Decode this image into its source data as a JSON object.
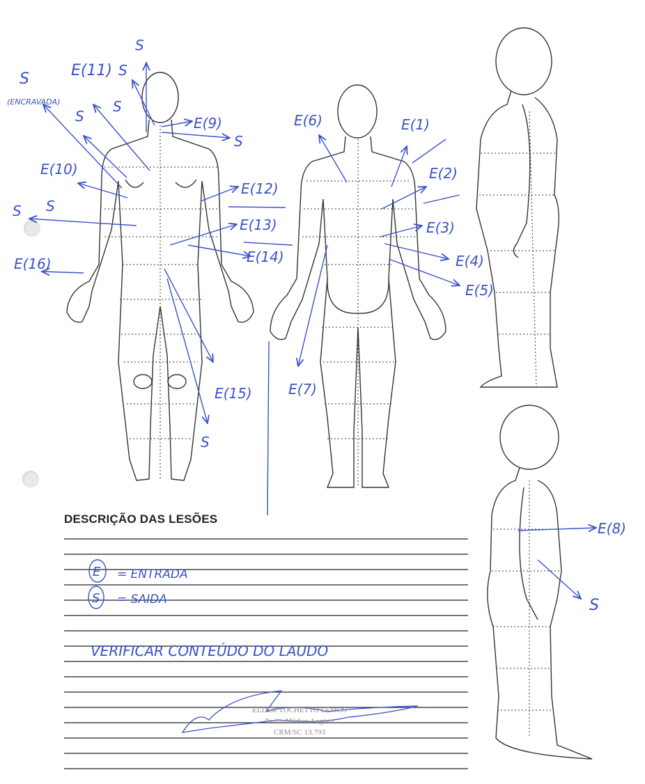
{
  "form": {
    "section_title": "DESCRIÇÃO DAS LESÕES",
    "legend": {
      "entry_letter": "E",
      "entry_text": "= ENTRADA",
      "exit_letter": "S",
      "exit_text": "= SAIDA"
    },
    "note": "VERIFICAR CONTEÚDO DO LAUDO",
    "stamp": {
      "line1": "ÉLDER TOCHETTO LEMOS",
      "line2": "Perito Médico-Legista",
      "line3": "CRM/SC 13.793"
    }
  },
  "annotations": {
    "front": {
      "exit_encrusted": "S",
      "encrusted_note": "(ENCRAVADA)",
      "e11": "E(11)",
      "s_top1": "S",
      "s_top2": "S",
      "s_top3": "S",
      "s_top4": "S",
      "e9": "E(9)",
      "s_right": "S",
      "e10": "E(10)",
      "e12": "E(12)",
      "s_left1": "S",
      "s_left2": "S",
      "e13": "E(13)",
      "e14": "E(14)",
      "e16": "E(16)",
      "e15": "E(15)",
      "s_bottom": "S"
    },
    "back": {
      "e6": "E(6)",
      "e1": "E(1)",
      "e2": "E(2)",
      "e3": "E(3)",
      "e4": "E(4)",
      "e5": "E(5)",
      "e7": "E(7)"
    },
    "side": {
      "e8": "E(8)",
      "s_side": "S"
    }
  }
}
